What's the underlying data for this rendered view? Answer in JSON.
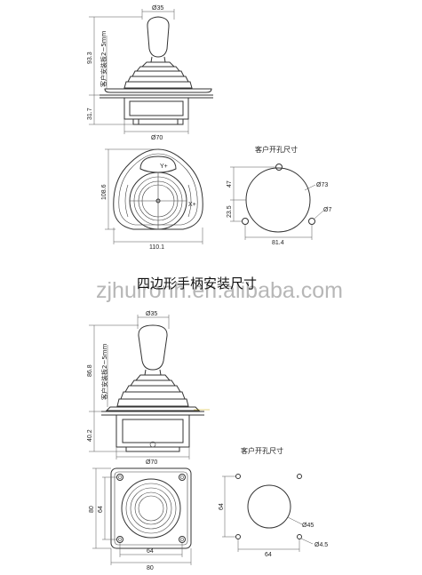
{
  "section_title": "四边形手柄安装尺寸",
  "watermark": "zjhuironh.en.alibaba.com",
  "top": {
    "side": {
      "handle_dia": "Ø35",
      "height": "93.3",
      "panel_note": "客户安装板2~5mm",
      "bottom_height": "31.7",
      "base_dia": "Ø70"
    },
    "plan": {
      "y_label": "Y+",
      "x_label": "X+",
      "height": "108.6",
      "width": "110.1"
    },
    "cutout": {
      "title": "客户开孔尺寸",
      "v1": "47",
      "v2": "23.5",
      "width": "81.4",
      "big_hole": "Ø73",
      "small_hole": "Ø7"
    }
  },
  "bottom": {
    "side": {
      "handle_dia": "Ø35",
      "height": "86.8",
      "panel_note": "客户安装板2~5mm",
      "bottom_height": "40.2",
      "base_dia": "Ø70"
    },
    "plan": {
      "outer_h": "80",
      "inner_h": "64",
      "inner_w": "64",
      "outer_w": "80"
    },
    "cutout": {
      "title": "客户开孔尺寸",
      "v": "64",
      "w": "64",
      "big_hole": "Ø45",
      "small_hole": "Ø4.5"
    }
  }
}
